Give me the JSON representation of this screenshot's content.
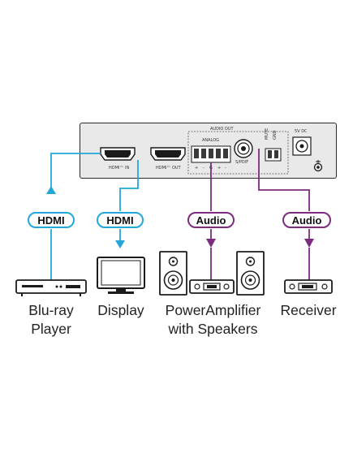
{
  "panel": {
    "audio_out_label": "AUDIO OUT",
    "analog_label": "ANALOG",
    "analog_pins": [
      "+",
      "-",
      "G",
      "+",
      "-"
    ],
    "spdif_label": "S/PDIF",
    "mute_label": "MUTE",
    "gnd_label": "GND",
    "power_label": "5V DC",
    "hdmi_in_label": "HDMI™ IN",
    "hdmi_out_label": "HDMI™ OUT"
  },
  "badges": {
    "hdmi_in": "HDMI",
    "hdmi_out": "HDMI",
    "audio_analog": "Audio",
    "audio_spdif": "Audio"
  },
  "devices": {
    "bluray": "Blu-ray\nPlayer",
    "display": "Display",
    "amplifier": "PowerAmplifier\nwith Speakers",
    "receiver": "Receiver"
  },
  "colors": {
    "hdmi_line": "#22a7d8",
    "audio_line": "#7c2b7f"
  }
}
